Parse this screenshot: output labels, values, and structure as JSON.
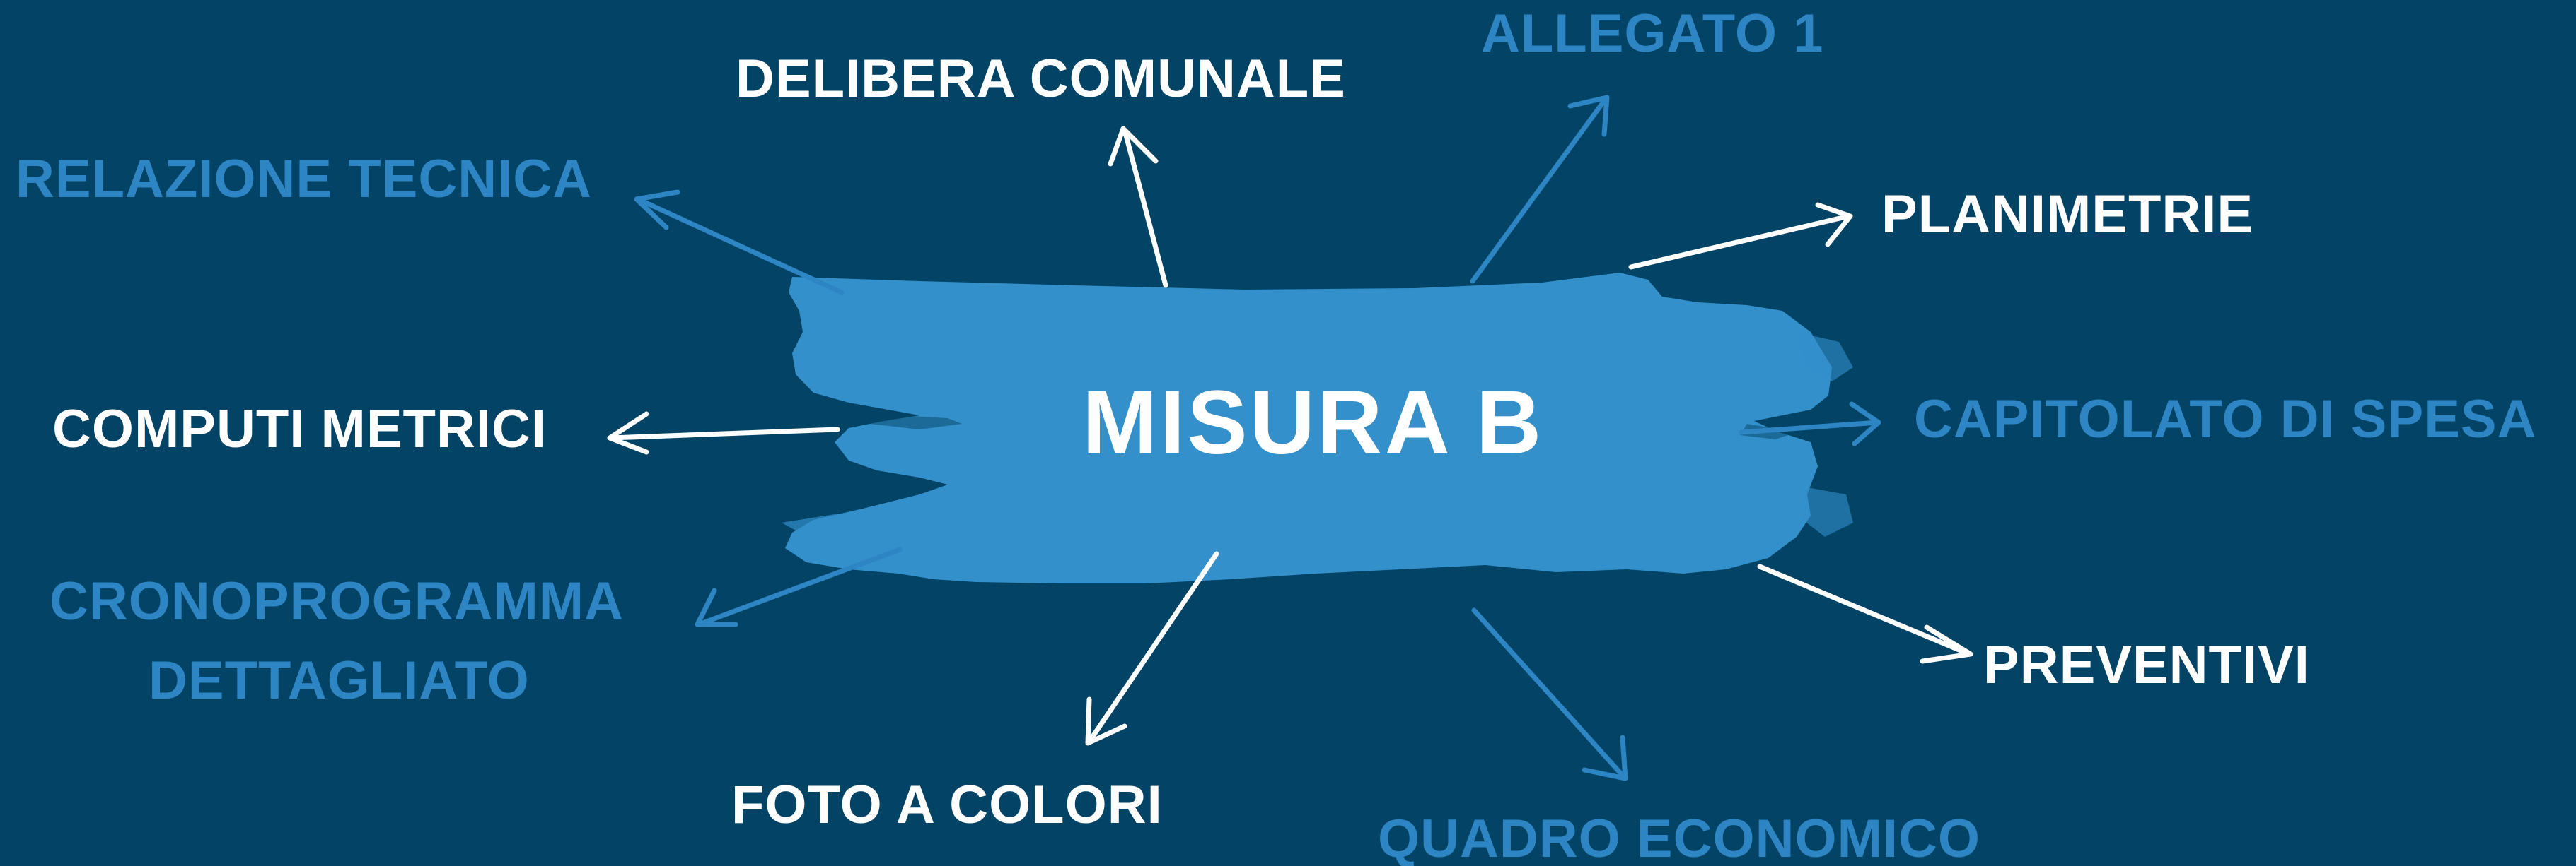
{
  "center": {
    "title": "MISURA B"
  },
  "items": [
    {
      "id": "allegato-1",
      "text": "ALLEGATO 1",
      "color": "#2d86c3"
    },
    {
      "id": "delibera-comunale",
      "text": "DELIBERA COMUNALE",
      "color": "#ffffff"
    },
    {
      "id": "relazione-tecnica",
      "text": "RELAZIONE TECNICA",
      "color": "#2d86c3"
    },
    {
      "id": "planimetrie",
      "text": "PLANIMETRIE",
      "color": "#ffffff"
    },
    {
      "id": "computi-metrici",
      "text": "COMPUTI METRICI",
      "color": "#ffffff"
    },
    {
      "id": "capitolato-di-spesa",
      "text": "CAPITOLATO DI SPESA",
      "color": "#2d86c3"
    },
    {
      "id": "cronoprogramma",
      "text": "CRONOPROGRAMMA",
      "color": "#2d86c3"
    },
    {
      "id": "dettagliato",
      "text": "DETTAGLIATO",
      "color": "#2d86c3"
    },
    {
      "id": "preventivi",
      "text": "PREVENTIVI",
      "color": "#ffffff"
    },
    {
      "id": "foto-a-colori",
      "text": "FOTO A COLORI",
      "color": "#ffffff"
    },
    {
      "id": "quadro-economico",
      "text": "QUADRO ECONOMICO",
      "color": "#2d86c3"
    }
  ],
  "colors": {
    "background": "#034466",
    "brush": "#3390cb",
    "accent_blue": "#2d86c3",
    "white": "#ffffff"
  }
}
